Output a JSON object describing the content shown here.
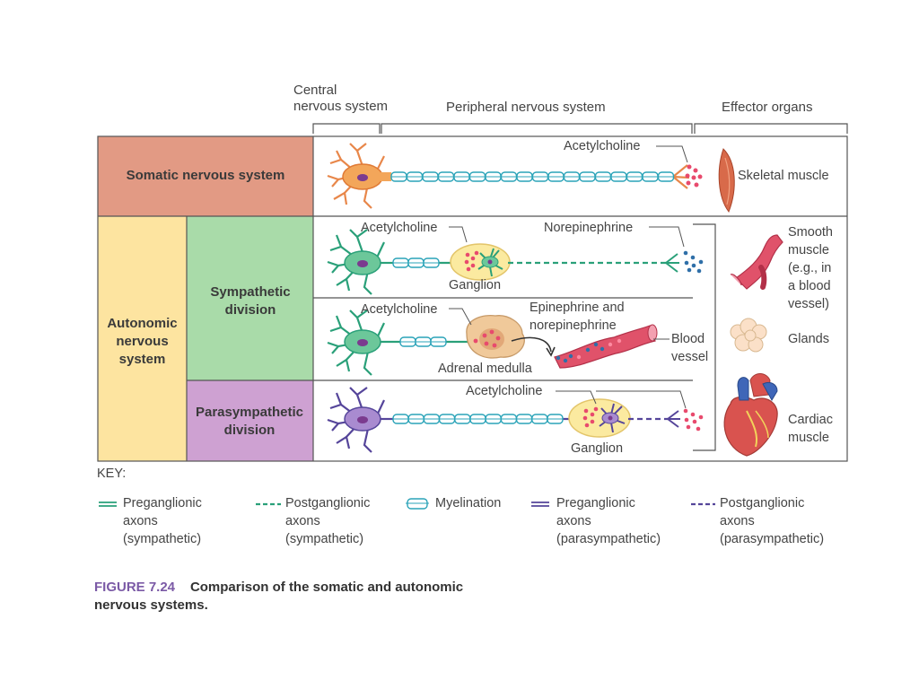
{
  "header": {
    "cns": "Central\nnervous system",
    "pns": "Peripheral nervous system",
    "effectors": "Effector organs"
  },
  "rows": {
    "somatic": "Somatic nervous system",
    "autonomic": "Autonomic nervous system",
    "sympathetic": "Sympathetic division",
    "parasympathetic": "Parasympathetic division"
  },
  "labels": {
    "ach_somatic": "Acetylcholine",
    "ach_symp": "Acetylcholine",
    "norepinephrine": "Norepinephrine",
    "ganglion_symp": "Ganglion",
    "ach_adrenal": "Acetylcholine",
    "epi_norepi": "Epinephrine and\nnorepinephrine",
    "adrenal_medulla": "Adrenal medulla",
    "blood_vessel": "Blood\nvessel",
    "ach_para": "Acetylcholine",
    "ganglion_para": "Ganglion"
  },
  "effectors": {
    "skeletal": "Skeletal muscle",
    "smooth": "Smooth\nmuscle\n(e.g., in\na blood\nvessel)",
    "glands": "Glands",
    "cardiac": "Cardiac\nmuscle"
  },
  "key": {
    "title": "KEY:",
    "items": [
      "Preganglionic\naxons\n(sympathetic)",
      "Postganglionic\naxons\n(sympathetic)",
      "Myelination",
      "Preganglionic\naxons\n(parasympathetic)",
      "Postganglionic\naxons\n(parasympathetic)"
    ]
  },
  "caption": {
    "number": "FIGURE 7.24",
    "text": "Comparison of the somatic and autonomic\nnervous systems."
  },
  "colors": {
    "somatic_bg": "#e29a84",
    "autonomic_bg": "#fde4a0",
    "sympathetic_bg": "#a9dba9",
    "parasympathetic_bg": "#cea1d2",
    "sympathetic_axon": "#2aa079",
    "parasympathetic_axon": "#55459a",
    "myelin": "#2aa3b8",
    "neurotransmitter_pink": "#e84a6d",
    "neurotransmitter_blue": "#2f6fa8",
    "caption_accent": "#7b5aa6"
  }
}
